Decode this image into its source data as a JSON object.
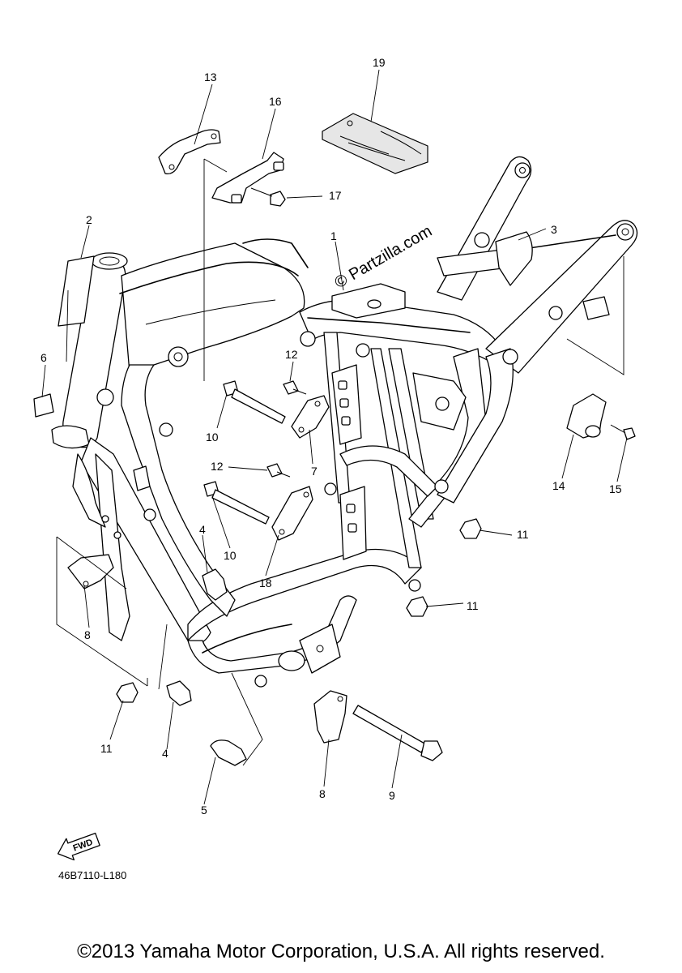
{
  "watermark": "© Partzilla.com",
  "fwd_label": "FWD",
  "diagram_code": "46B7110-L180",
  "copyright": "©2013 Yamaha Motor Corporation, U.S.A. All rights reserved.",
  "callouts": [
    {
      "id": "c1",
      "text": "1"
    },
    {
      "id": "c2",
      "text": "2"
    },
    {
      "id": "c3",
      "text": "3"
    },
    {
      "id": "c4a",
      "text": "4"
    },
    {
      "id": "c4b",
      "text": "4"
    },
    {
      "id": "c5",
      "text": "5"
    },
    {
      "id": "c6",
      "text": "6"
    },
    {
      "id": "c7",
      "text": "7"
    },
    {
      "id": "c8a",
      "text": "8"
    },
    {
      "id": "c8b",
      "text": "8"
    },
    {
      "id": "c9",
      "text": "9"
    },
    {
      "id": "c10a",
      "text": "10"
    },
    {
      "id": "c10b",
      "text": "10"
    },
    {
      "id": "c11a",
      "text": "11"
    },
    {
      "id": "c11b",
      "text": "11"
    },
    {
      "id": "c11c",
      "text": "11"
    },
    {
      "id": "c12a",
      "text": "12"
    },
    {
      "id": "c12b",
      "text": "12"
    },
    {
      "id": "c13",
      "text": "13"
    },
    {
      "id": "c14",
      "text": "14"
    },
    {
      "id": "c15",
      "text": "15"
    },
    {
      "id": "c16",
      "text": "16"
    },
    {
      "id": "c17",
      "text": "17"
    },
    {
      "id": "c18",
      "text": "18"
    },
    {
      "id": "c19",
      "text": "19"
    }
  ]
}
